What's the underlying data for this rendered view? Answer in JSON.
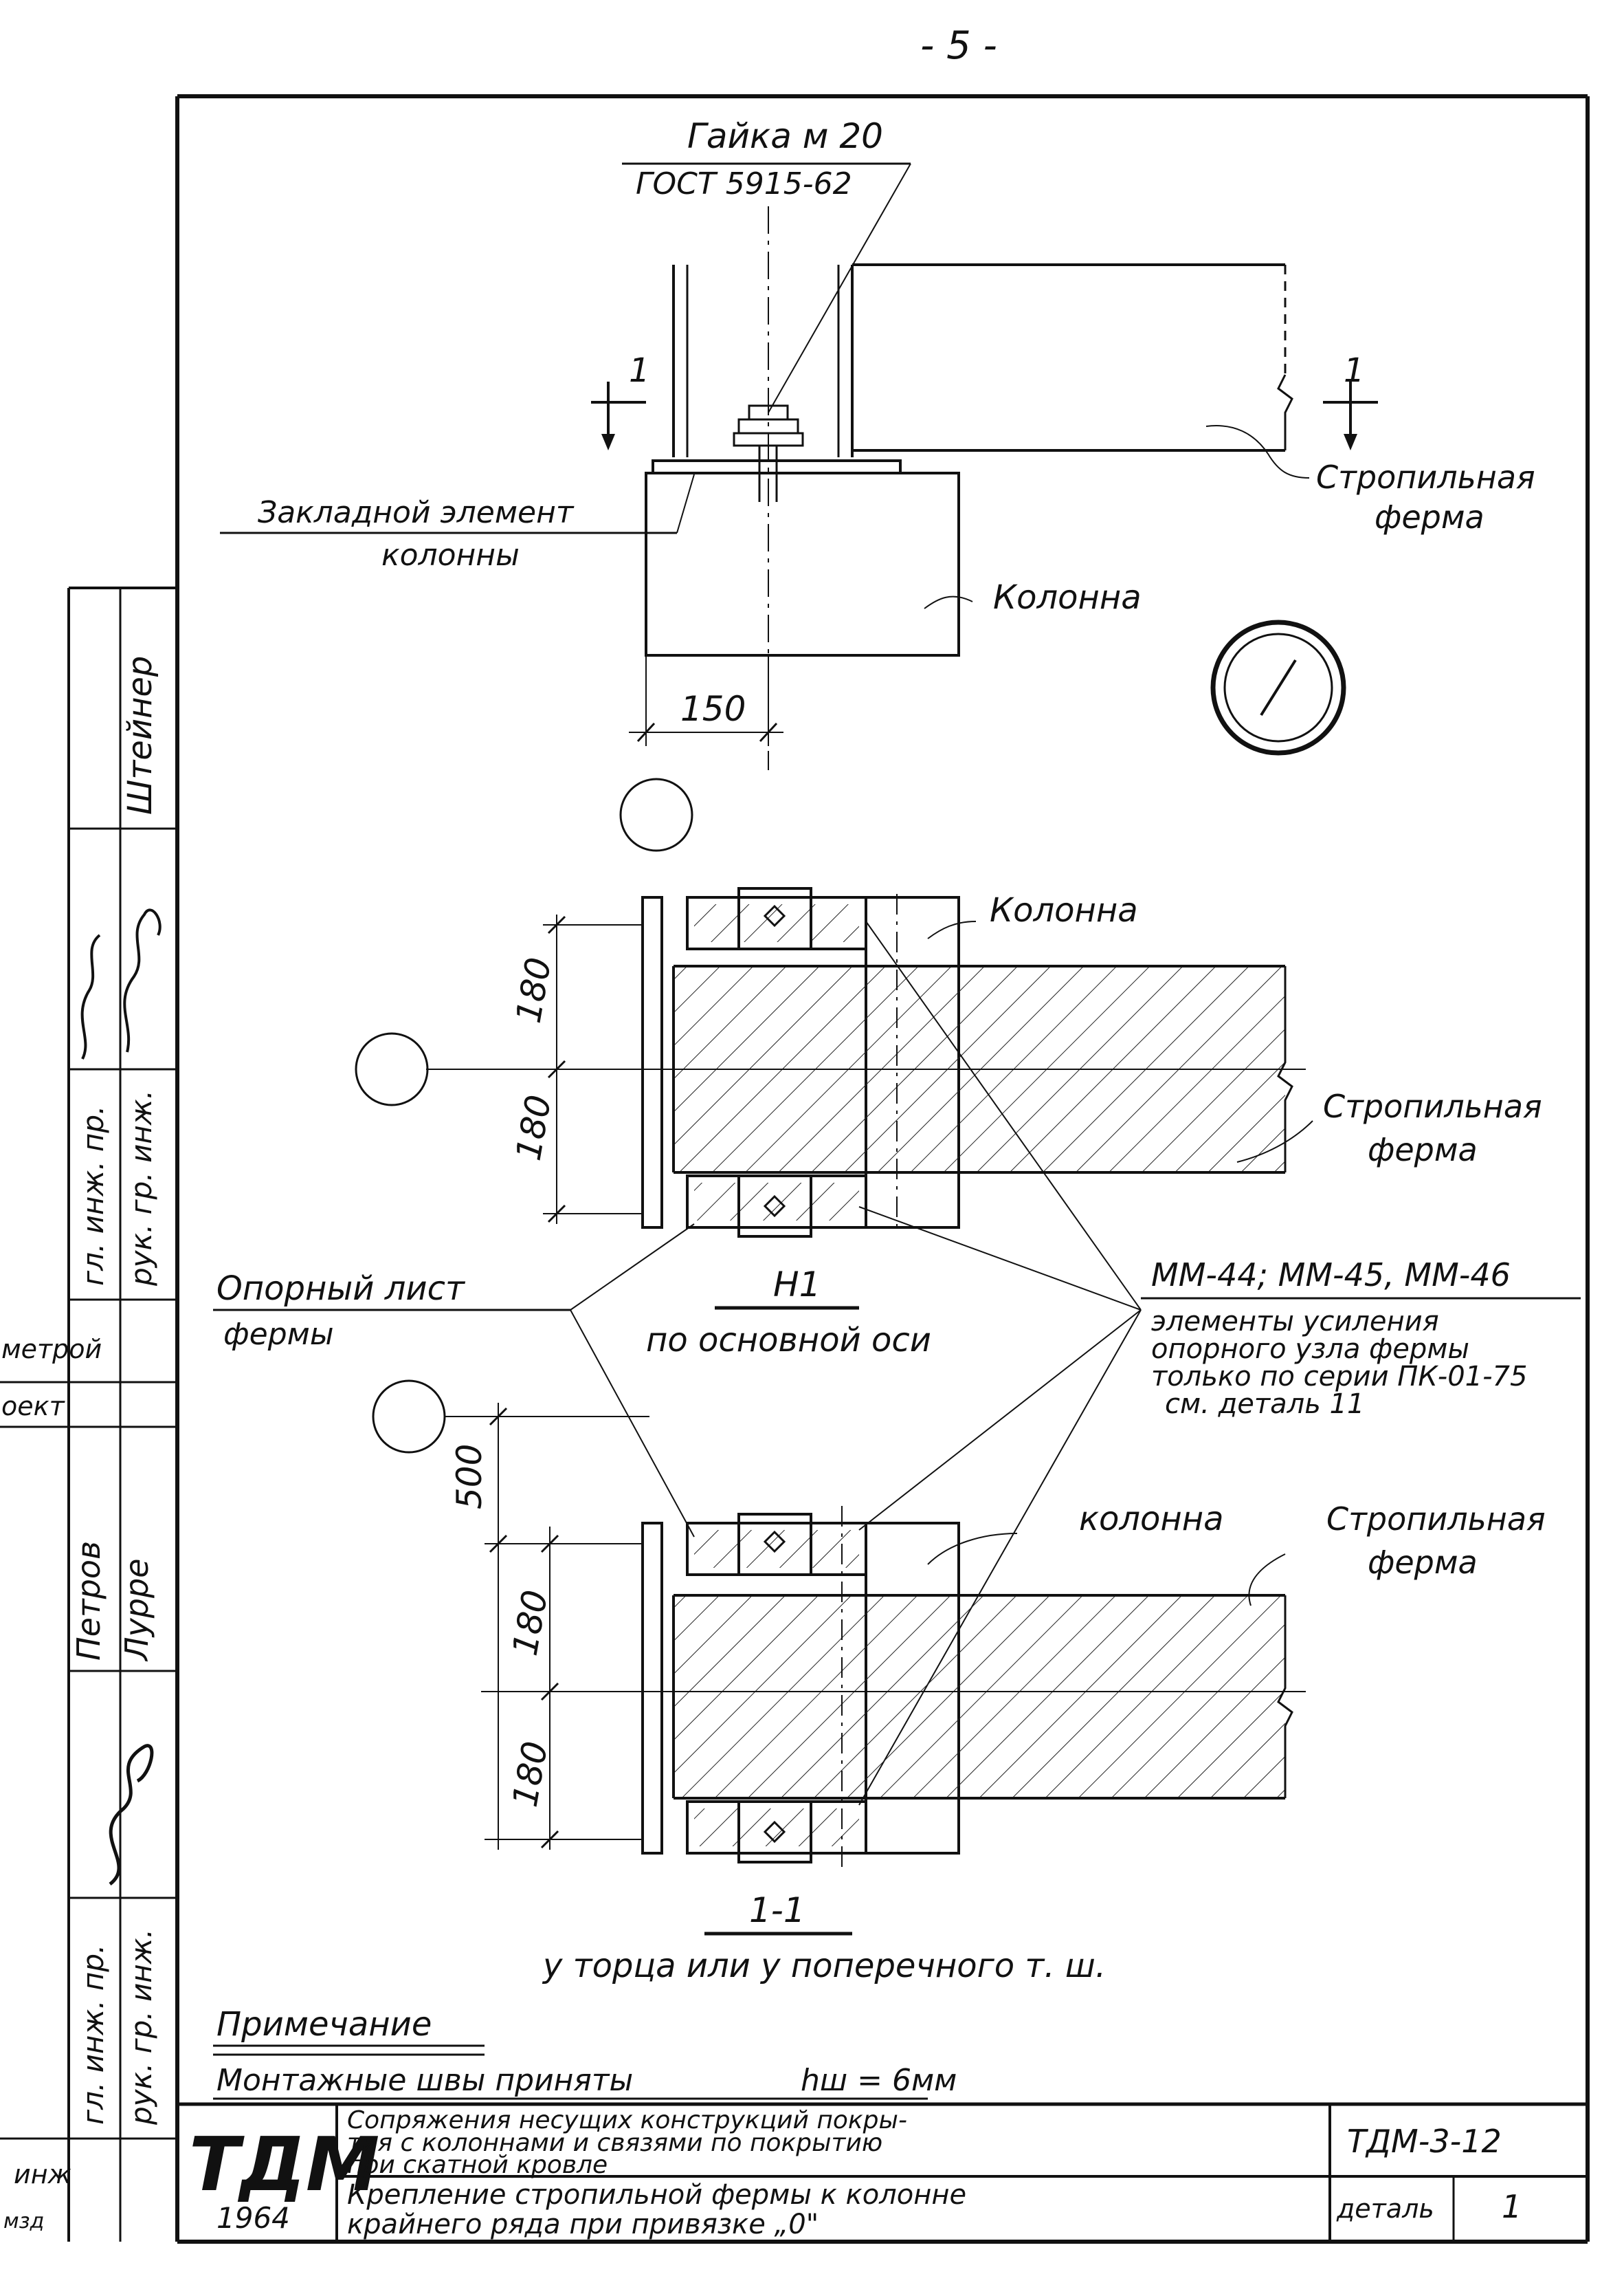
{
  "page_number": "- 5 -",
  "detail1": {
    "nut_label": "Гайка м 20",
    "nut_gost": "ГОСТ 5915-62",
    "embedded_label_1": "Закладной элемент",
    "embedded_label_2": "колонны",
    "truss_label_1": "Стропильная",
    "truss_label_2": "ферма",
    "column_label": "Колонна",
    "dim_150": "150",
    "section_mark": "1",
    "circle_number": "1"
  },
  "view_h1": {
    "column_label": "Колонна",
    "truss_label_1": "Стропильная",
    "truss_label_2": "ферма",
    "dim_top": "180",
    "dim_bottom": "180",
    "caption_mark": "Н1",
    "caption_text": "по основной оси"
  },
  "callouts": {
    "support_sheet_1": "Опорный лист",
    "support_sheet_2": "фермы",
    "elements_codes": "ММ-44; ММ-45, ММ-46",
    "elements_1": "элементы усиления",
    "elements_2": "опорного узла фермы",
    "elements_3": "только по серии ПК-01-75",
    "elements_4": "см. деталь 11"
  },
  "view_11": {
    "column_label": "колонна",
    "truss_label_1": "Стропильная",
    "truss_label_2": "ферма",
    "dim_500": "500",
    "dim_top": "180",
    "dim_bottom": "180",
    "caption_mark": "1-1",
    "caption_text": "у торца или у поперечного т. ш."
  },
  "note": {
    "title": "Примечание",
    "text": "Монтажные швы приняты",
    "weld": "hш = 6мм"
  },
  "stamp": {
    "side_names": [
      "Штейнер",
      "Петров",
      "Лурре"
    ],
    "side_roles": [
      "гл. инж. пр.",
      "рук. гр. инж.",
      "рук. гр. инж.",
      "гл. инж. пр.",
      "инж"
    ],
    "side_fragments": [
      "метрой",
      "оект",
      "мзд"
    ],
    "logo": "ТДМ",
    "year": "1964",
    "title_1": "Сопряжения несущих конструкций покры-",
    "title_2": "тия с колоннами и связями по покрытию",
    "title_3": "при скатной кровле",
    "subtitle_1": "Крепление стропильной фермы к колонне",
    "subtitle_2": "крайнего ряда при привязке „0\"",
    "sheet_code": "ТДМ-3-12",
    "detail_label": "деталь",
    "detail_number": "1"
  }
}
